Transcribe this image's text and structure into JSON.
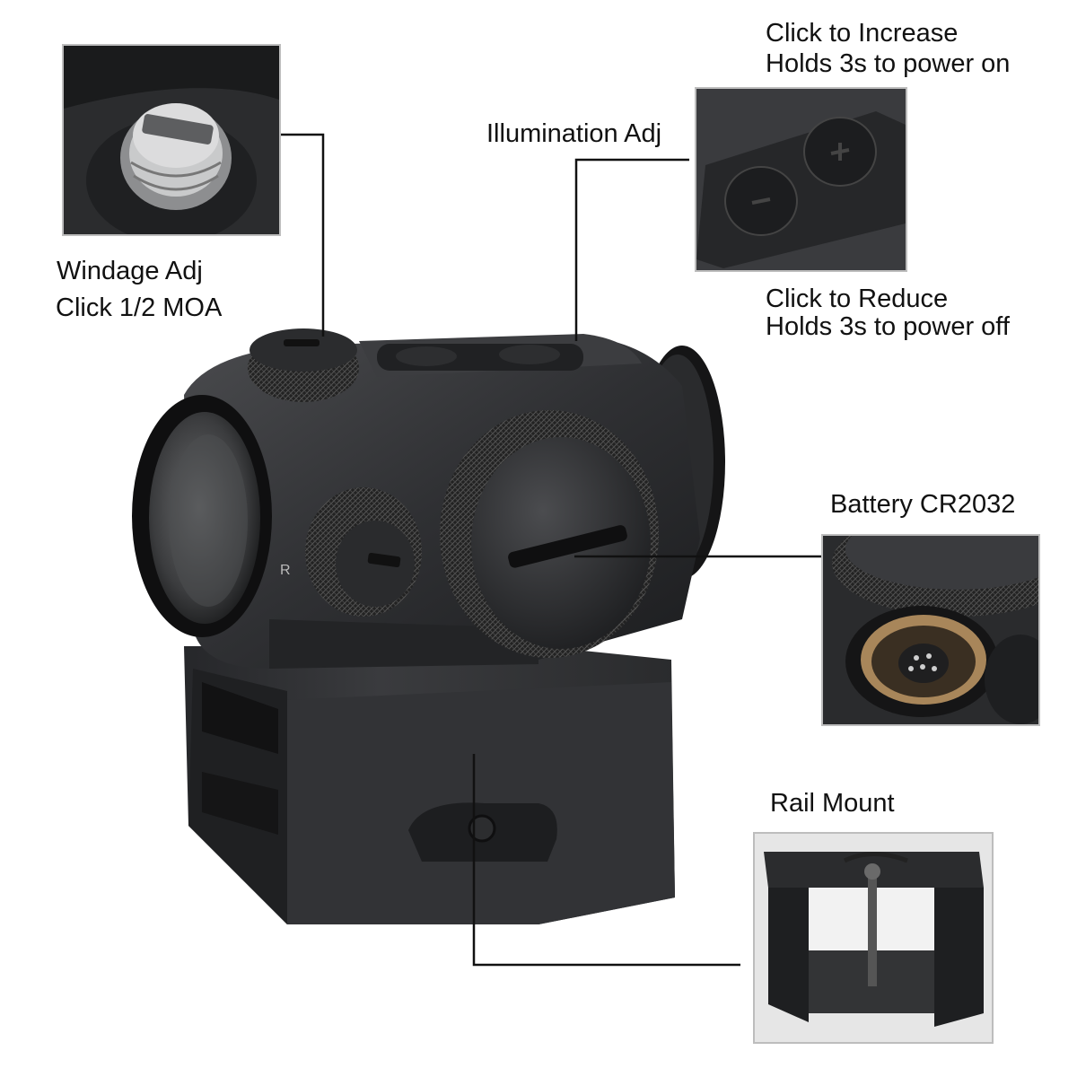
{
  "callouts": {
    "windage": {
      "line1": "Windage Adj",
      "line2": "Click 1/2 MOA"
    },
    "illumination": {
      "title": "Illumination Adj"
    },
    "increase": {
      "line1": "Click to Increase",
      "line2": "Holds 3s to power on"
    },
    "reduce": {
      "line1": "Click to Reduce",
      "line2": "Holds 3s to power off"
    },
    "battery": {
      "title": "Battery CR2032"
    },
    "rail": {
      "title": "Rail Mount"
    }
  },
  "colors": {
    "sight_body": "#2e2f31",
    "leader_line": "#111111",
    "inset_border": "#bdbdbd"
  }
}
